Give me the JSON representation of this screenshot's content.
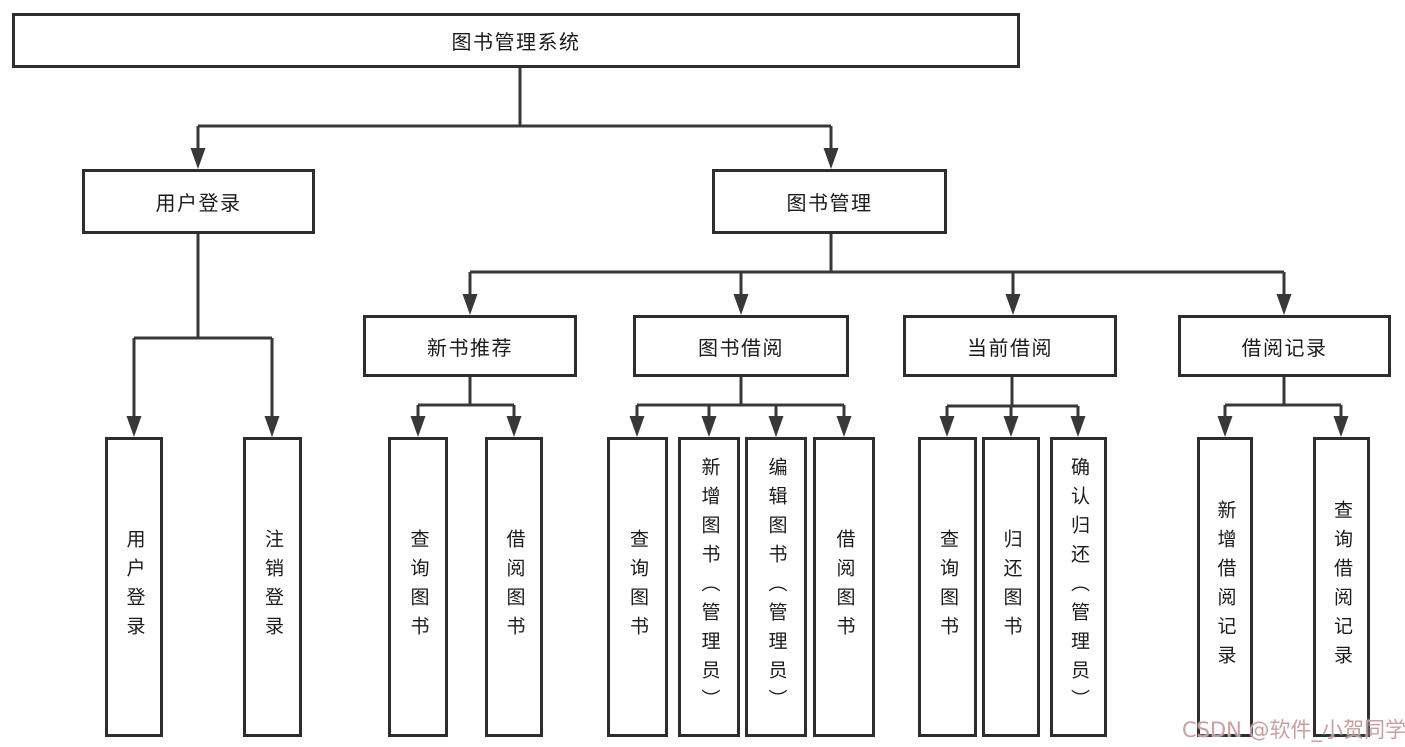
{
  "tree": {
    "label": "图书管理系统",
    "children": [
      {
        "label": "用户登录",
        "children": [
          {
            "label": "用户登录"
          },
          {
            "label": "注销登录"
          }
        ]
      },
      {
        "label": "图书管理",
        "children": [
          {
            "label": "新书推荐",
            "children": [
              {
                "label": "查询图书"
              },
              {
                "label": "借阅图书"
              }
            ]
          },
          {
            "label": "图书借阅",
            "children": [
              {
                "label": "查询图书"
              },
              {
                "label": "新增图书（管理员）"
              },
              {
                "label": "编辑图书（管理员）"
              },
              {
                "label": "借阅图书"
              }
            ]
          },
          {
            "label": "当前借阅",
            "children": [
              {
                "label": "查询图书"
              },
              {
                "label": "归还图书"
              },
              {
                "label": "确认归还（管理员）"
              }
            ]
          },
          {
            "label": "借阅记录",
            "children": [
              {
                "label": "新增借阅记录"
              },
              {
                "label": "查询借阅记录"
              }
            ]
          }
        ]
      }
    ]
  },
  "watermark": {
    "text": "CSDN @软件_小贺同学"
  },
  "colors": {
    "line": "#383838",
    "box_border": "#2d2d2d",
    "text": "#1b1b1b",
    "background": "#ffffff",
    "watermark": "#c9a0a0"
  }
}
